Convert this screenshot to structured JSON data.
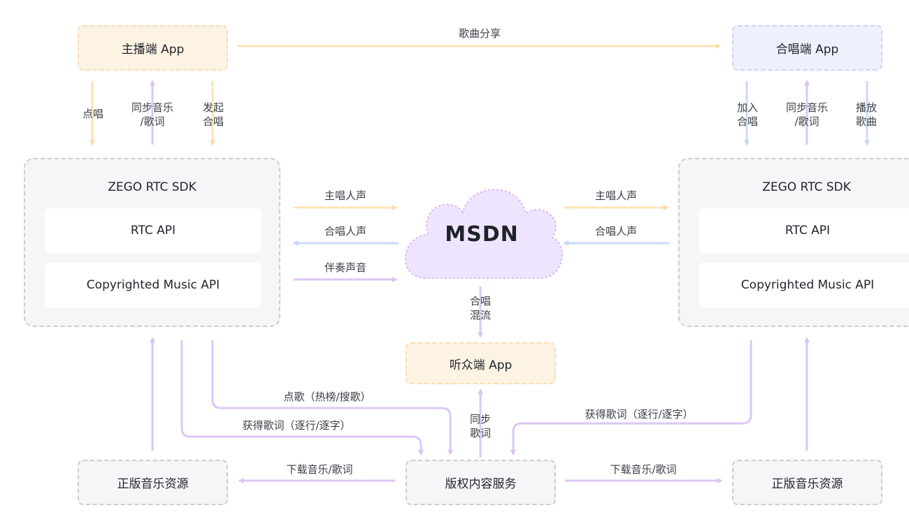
{
  "nodes": {
    "host_app": "主播端 App",
    "chorus_app": "合唱端 App",
    "audience_app": "听众端 App",
    "msdn": "MSDN",
    "copyright_service": "版权内容服务",
    "music_res_left": "正版音乐资源",
    "music_res_right": "正版音乐资源",
    "sdk_left": {
      "title": "ZEGO RTC SDK",
      "rtc_api": "RTC API",
      "music_api": "Copyrighted Music API"
    },
    "sdk_right": {
      "title": "ZEGO RTC SDK",
      "rtc_api": "RTC API",
      "music_api": "Copyrighted Music API"
    }
  },
  "edges": {
    "song_share": "歌曲分享",
    "left_order": "点唱",
    "left_sync_1": "同步音乐",
    "left_sync_2": "/歌词",
    "left_start_1": "发起",
    "left_start_2": "合唱",
    "right_join_1": "加入",
    "right_join_2": "合唱",
    "right_sync_1": "同步音乐",
    "right_sync_2": "/歌词",
    "right_play_1": "播放",
    "right_play_2": "歌曲",
    "left_lead_voice": "主唱人声",
    "left_chorus_voice": "合唱人声",
    "left_accompaniment": "伴奏声音",
    "right_lead_voice": "主唱人声",
    "right_chorus_voice": "合唱人声",
    "mix_1": "合唱",
    "mix_2": "混流",
    "sync_1": "同步",
    "sync_2": "歌词",
    "order_song": "点歌（热榜/搜歌）",
    "get_lyrics_left": "获得歌词（逐行/逐字）",
    "get_lyrics_right": "获得歌词（逐行/逐字）",
    "download_left": "下载音乐/歌词",
    "download_right": "下载音乐/歌词"
  },
  "colors": {
    "orange": "#fde3b8",
    "purple": "#dcc7f7",
    "blue": "#cdd9fb",
    "cloud_fill": "#efe4fd",
    "cloud_stroke": "#d6b8f5"
  }
}
